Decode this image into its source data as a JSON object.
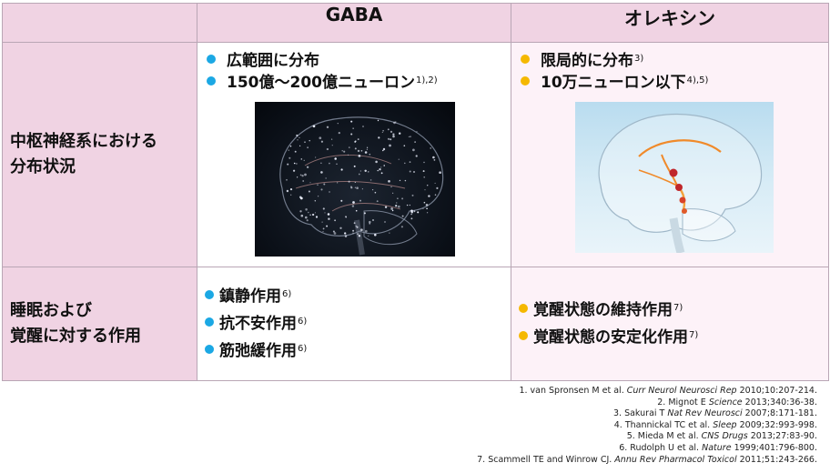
{
  "header": {
    "col1": "GABA",
    "col2": "オレキシン"
  },
  "rows": [
    {
      "label_line1": "中枢神経系における",
      "label_line2": "分布状況",
      "gaba": [
        {
          "text": "広範囲に分布",
          "sup": ""
        },
        {
          "text": "150億～200億ニューロン",
          "sup": "1),2)"
        }
      ],
      "orexin": [
        {
          "text": "限局的に分布",
          "sup": "3)"
        },
        {
          "text": "10万ニューロン以下",
          "sup": "4),5)"
        }
      ]
    },
    {
      "label_line1": "睡眠および",
      "label_line2": "覚醒に対する作用",
      "gaba": [
        {
          "text": "鎮静作用",
          "sup": "6)"
        },
        {
          "text": "抗不安作用",
          "sup": "6)"
        },
        {
          "text": "筋弛緩作用",
          "sup": "6)"
        }
      ],
      "orexin": [
        {
          "text": "覚醒状態の維持作用",
          "sup": "7)"
        },
        {
          "text": "覚醒状態の安定化作用",
          "sup": "7)"
        }
      ]
    }
  ],
  "colors": {
    "gaba_bullet": "#1ba8e4",
    "orexin_bullet": "#f5b800",
    "header_bg": "#f0d3e3"
  },
  "references": [
    {
      "pre": "1. van Spronsen M et al. ",
      "journal": "Curr Neurol Neurosci Rep",
      "post": " 2010;10:207-214."
    },
    {
      "pre": "2. Mignot E ",
      "journal": "Science",
      "post": " 2013;340:36-38."
    },
    {
      "pre": "3. Sakurai T ",
      "journal": "Nat Rev Neurosci",
      "post": " 2007;8:171-181."
    },
    {
      "pre": "4. Thannickal TC et al. ",
      "journal": "Sleep",
      "post": " 2009;32:993-998."
    },
    {
      "pre": "5. Mieda M et al. ",
      "journal": "CNS Drugs",
      "post": " 2013;27:83-90."
    },
    {
      "pre": "6. Rudolph U et al. ",
      "journal": "Nature",
      "post": " 1999;401:796-800."
    },
    {
      "pre": "7. Scammell TE and Winrow CJ. ",
      "journal": "Annu Rev Pharmacol Toxicol",
      "post": " 2011;51:243-266."
    }
  ]
}
